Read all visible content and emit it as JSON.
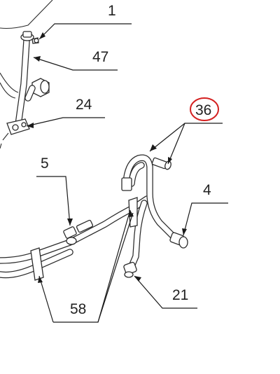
{
  "callouts": [
    {
      "id": "1",
      "text": "1"
    },
    {
      "id": "47",
      "text": "47"
    },
    {
      "id": "24",
      "text": "24"
    },
    {
      "id": "36",
      "text": "36",
      "highlighted": true
    },
    {
      "id": "5",
      "text": "5"
    },
    {
      "id": "4",
      "text": "4"
    },
    {
      "id": "21",
      "text": "21"
    },
    {
      "id": "58",
      "text": "58"
    }
  ],
  "colors": {
    "line": "#2b2b2b",
    "highlight": "#d42020",
    "background": "#ffffff"
  }
}
